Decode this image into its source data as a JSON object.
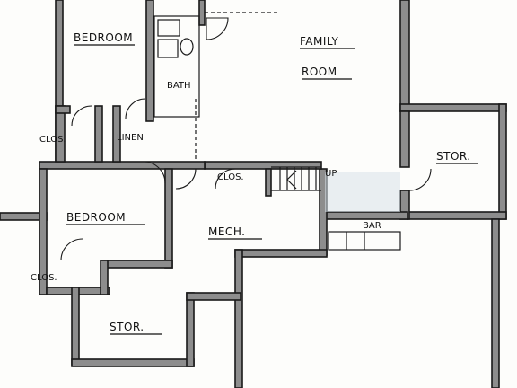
{
  "rooms": {
    "bedroom_top": "BEDROOM",
    "family_room_line1": "FAMILY",
    "family_room_line2": "ROOM",
    "bath": "BATH",
    "closet_left": "CLOS.",
    "linen": "LINEN",
    "storage_right": "STOR.",
    "closet_stair": "CLOS.",
    "stair_direction": "UP",
    "bedroom_left": "BEDROOM",
    "mechanical": "MECH.",
    "bar": "BAR",
    "closet_lower": "CLOS.",
    "storage_bottom": "STOR."
  }
}
